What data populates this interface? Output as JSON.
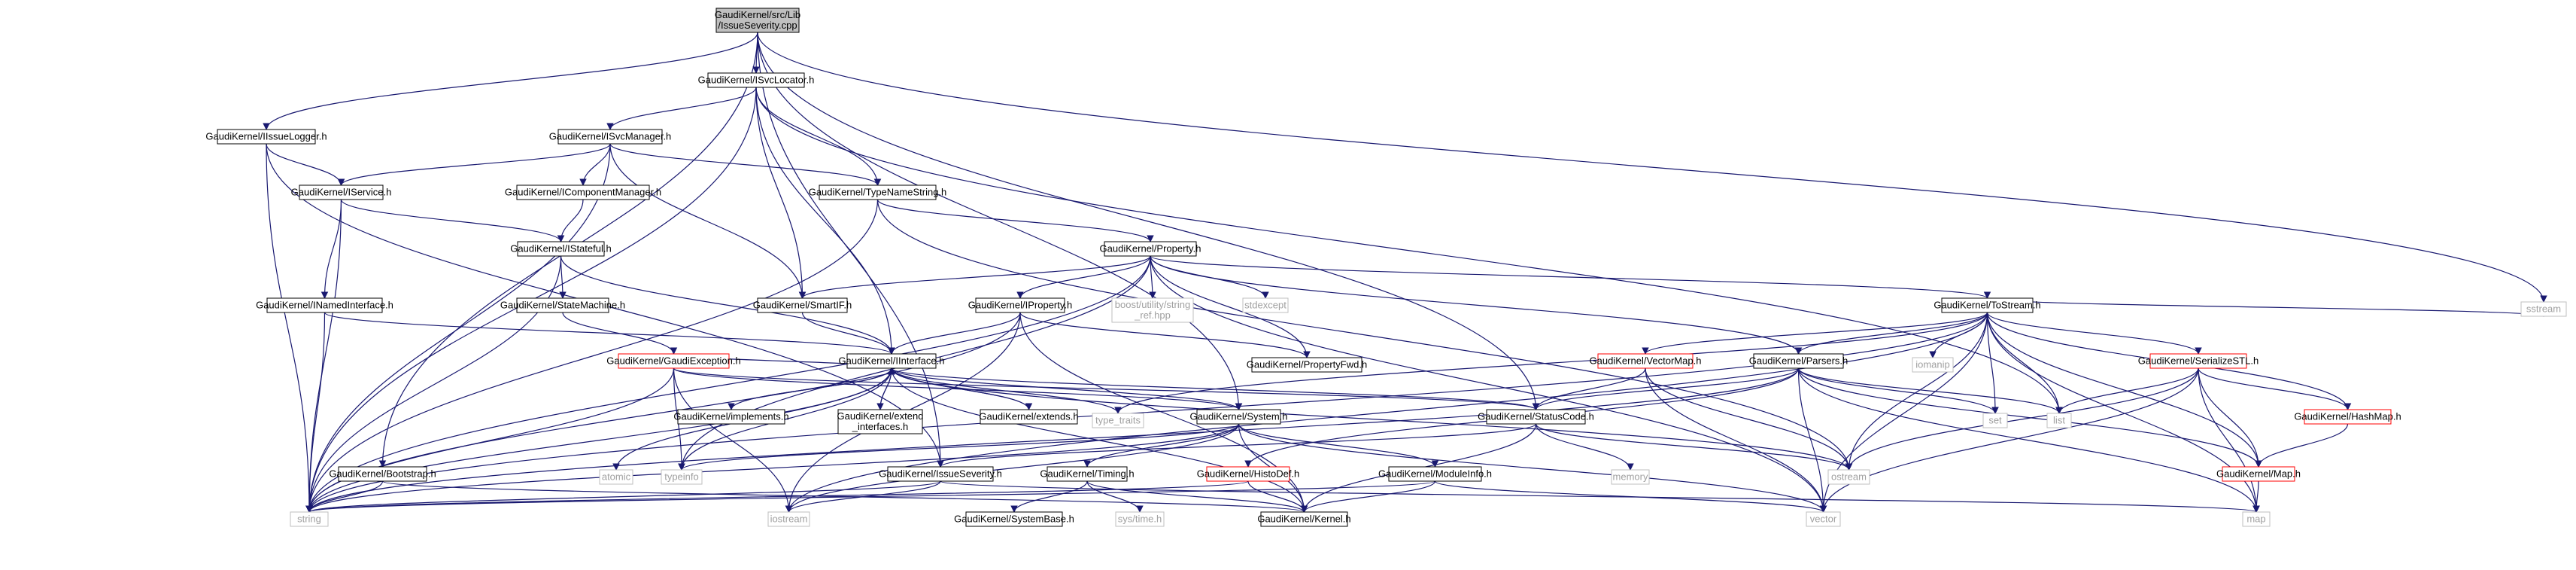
{
  "graph_title": "",
  "colors": {
    "edge": "#191970",
    "node_border": "#000000",
    "node_border_incomplete": "#ff0000",
    "root_fill": "#bfbfbf",
    "system_header_border": "#bfbfbf",
    "system_header_text": "#a0a0a0"
  },
  "nodes": [
    {
      "id": "root",
      "lines": [
        "GaudiKernel/src/Lib",
        "/IssueSeverity.cpp"
      ],
      "kind": "root"
    },
    {
      "id": "isvclocator",
      "lines": [
        "GaudiKernel/ISvcLocator.h"
      ],
      "kind": "normal"
    },
    {
      "id": "iissuelogger",
      "lines": [
        "GaudiKernel/IIssueLogger.h"
      ],
      "kind": "normal"
    },
    {
      "id": "isvcmanager",
      "lines": [
        "GaudiKernel/ISvcManager.h"
      ],
      "kind": "normal"
    },
    {
      "id": "iservice",
      "lines": [
        "GaudiKernel/IService.h"
      ],
      "kind": "normal"
    },
    {
      "id": "icomponentmanager",
      "lines": [
        "GaudiKernel/IComponentManager.h"
      ],
      "kind": "normal"
    },
    {
      "id": "typenamestring",
      "lines": [
        "GaudiKernel/TypeNameString.h"
      ],
      "kind": "normal"
    },
    {
      "id": "istateful",
      "lines": [
        "GaudiKernel/IStateful.h"
      ],
      "kind": "normal"
    },
    {
      "id": "property",
      "lines": [
        "GaudiKernel/Property.h"
      ],
      "kind": "normal"
    },
    {
      "id": "inamedinterface",
      "lines": [
        "GaudiKernel/INamedInterface.h"
      ],
      "kind": "normal"
    },
    {
      "id": "statemachine",
      "lines": [
        "GaudiKernel/StateMachine.h"
      ],
      "kind": "normal"
    },
    {
      "id": "smartif",
      "lines": [
        "GaudiKernel/SmartIF.h"
      ],
      "kind": "normal"
    },
    {
      "id": "iproperty",
      "lines": [
        "GaudiKernel/IProperty.h"
      ],
      "kind": "normal"
    },
    {
      "id": "boostutility",
      "lines": [
        "boost/utility/string",
        "_ref.hpp"
      ],
      "kind": "system"
    },
    {
      "id": "stdexcept",
      "lines": [
        "stdexcept"
      ],
      "kind": "system"
    },
    {
      "id": "tostream",
      "lines": [
        "GaudiKernel/ToStream.h"
      ],
      "kind": "normal"
    },
    {
      "id": "sstream",
      "lines": [
        "sstream"
      ],
      "kind": "system"
    },
    {
      "id": "gaudiexception",
      "lines": [
        "GaudiKernel/GaudiException.h"
      ],
      "kind": "incomplete"
    },
    {
      "id": "iinterface",
      "lines": [
        "GaudiKernel/IInterface.h"
      ],
      "kind": "normal"
    },
    {
      "id": "propertyfwd",
      "lines": [
        "GaudiKernel/PropertyFwd.h"
      ],
      "kind": "normal"
    },
    {
      "id": "vectormap",
      "lines": [
        "GaudiKernel/VectorMap.h"
      ],
      "kind": "incomplete"
    },
    {
      "id": "parsers",
      "lines": [
        "GaudiKernel/Parsers.h"
      ],
      "kind": "normal"
    },
    {
      "id": "iomanip",
      "lines": [
        "iomanip"
      ],
      "kind": "system"
    },
    {
      "id": "serializestl",
      "lines": [
        "GaudiKernel/SerializeSTL.h"
      ],
      "kind": "incomplete"
    },
    {
      "id": "implements",
      "lines": [
        "GaudiKernel/implements.h"
      ],
      "kind": "normal"
    },
    {
      "id": "extendinterfaces",
      "lines": [
        "GaudiKernel/extend",
        "_interfaces.h"
      ],
      "kind": "normal"
    },
    {
      "id": "extends",
      "lines": [
        "GaudiKernel/extends.h"
      ],
      "kind": "normal"
    },
    {
      "id": "typetraits",
      "lines": [
        "type_traits"
      ],
      "kind": "system"
    },
    {
      "id": "statuscode",
      "lines": [
        "GaudiKernel/StatusCode.h"
      ],
      "kind": "normal"
    },
    {
      "id": "system",
      "lines": [
        "GaudiKernel/System.h"
      ],
      "kind": "normal"
    },
    {
      "id": "set",
      "lines": [
        "set"
      ],
      "kind": "system"
    },
    {
      "id": "list",
      "lines": [
        "list"
      ],
      "kind": "system"
    },
    {
      "id": "hashmap",
      "lines": [
        "GaudiKernel/HashMap.h"
      ],
      "kind": "incomplete"
    },
    {
      "id": "bootstrap",
      "lines": [
        "GaudiKernel/Bootstrap.h"
      ],
      "kind": "normal"
    },
    {
      "id": "atomic",
      "lines": [
        "atomic"
      ],
      "kind": "system"
    },
    {
      "id": "typeinfo",
      "lines": [
        "typeinfo"
      ],
      "kind": "system"
    },
    {
      "id": "issueseverity",
      "lines": [
        "GaudiKernel/IssueSeverity.h"
      ],
      "kind": "normal"
    },
    {
      "id": "timing",
      "lines": [
        "GaudiKernel/Timing.h"
      ],
      "kind": "normal"
    },
    {
      "id": "histodef",
      "lines": [
        "GaudiKernel/HistoDef.h"
      ],
      "kind": "incomplete"
    },
    {
      "id": "moduleinfo",
      "lines": [
        "GaudiKernel/ModuleInfo.h"
      ],
      "kind": "normal"
    },
    {
      "id": "memory",
      "lines": [
        "memory"
      ],
      "kind": "system"
    },
    {
      "id": "ostream",
      "lines": [
        "ostream"
      ],
      "kind": "system"
    },
    {
      "id": "map_h",
      "lines": [
        "GaudiKernel/Map.h"
      ],
      "kind": "incomplete"
    },
    {
      "id": "string",
      "lines": [
        "string"
      ],
      "kind": "system"
    },
    {
      "id": "iostream",
      "lines": [
        "iostream"
      ],
      "kind": "system"
    },
    {
      "id": "systembase",
      "lines": [
        "GaudiKernel/SystemBase.h"
      ],
      "kind": "normal"
    },
    {
      "id": "systime",
      "lines": [
        "sys/time.h"
      ],
      "kind": "system"
    },
    {
      "id": "kernel",
      "lines": [
        "GaudiKernel/Kernel.h"
      ],
      "kind": "normal"
    },
    {
      "id": "vector",
      "lines": [
        "vector"
      ],
      "kind": "system"
    },
    {
      "id": "map",
      "lines": [
        "map"
      ],
      "kind": "system"
    }
  ],
  "edges": [
    [
      "root",
      "isvclocator"
    ],
    [
      "root",
      "iissuelogger"
    ],
    [
      "root",
      "bootstrap"
    ],
    [
      "root",
      "issueseverity"
    ],
    [
      "root",
      "system"
    ],
    [
      "root",
      "statuscode"
    ],
    [
      "root",
      "sstream"
    ],
    [
      "isvclocator",
      "isvcmanager"
    ],
    [
      "isvclocator",
      "typenamestring"
    ],
    [
      "isvclocator",
      "smartif"
    ],
    [
      "isvclocator",
      "iinterface"
    ],
    [
      "isvclocator",
      "list"
    ],
    [
      "isvclocator",
      "string"
    ],
    [
      "iissuelogger",
      "iservice"
    ],
    [
      "iissuelogger",
      "issueseverity"
    ],
    [
      "iissuelogger",
      "string"
    ],
    [
      "isvcmanager",
      "iservice"
    ],
    [
      "isvcmanager",
      "icomponentmanager"
    ],
    [
      "isvcmanager",
      "typenamestring"
    ],
    [
      "isvcmanager",
      "smartif"
    ],
    [
      "isvcmanager",
      "string"
    ],
    [
      "iservice",
      "istateful"
    ],
    [
      "iservice",
      "inamedinterface"
    ],
    [
      "iservice",
      "string"
    ],
    [
      "icomponentmanager",
      "istateful"
    ],
    [
      "typenamestring",
      "property"
    ],
    [
      "typenamestring",
      "string"
    ],
    [
      "typenamestring",
      "ostream"
    ],
    [
      "istateful",
      "statemachine"
    ],
    [
      "istateful",
      "iinterface"
    ],
    [
      "istateful",
      "string"
    ],
    [
      "property",
      "smartif"
    ],
    [
      "property",
      "iproperty"
    ],
    [
      "property",
      "boostutility"
    ],
    [
      "property",
      "stdexcept"
    ],
    [
      "property",
      "propertyfwd"
    ],
    [
      "property",
      "tostream"
    ],
    [
      "property",
      "parsers"
    ],
    [
      "property",
      "typeinfo"
    ],
    [
      "property",
      "string"
    ],
    [
      "property",
      "vector"
    ],
    [
      "inamedinterface",
      "iinterface"
    ],
    [
      "inamedinterface",
      "string"
    ],
    [
      "statemachine",
      "gaudiexception"
    ],
    [
      "smartif",
      "iinterface"
    ],
    [
      "iproperty",
      "iinterface"
    ],
    [
      "iproperty",
      "propertyfwd"
    ],
    [
      "iproperty",
      "string"
    ],
    [
      "iproperty",
      "iostream"
    ],
    [
      "iproperty",
      "kernel"
    ],
    [
      "tostream",
      "string"
    ],
    [
      "tostream",
      "vectormap"
    ],
    [
      "tostream",
      "parsers"
    ],
    [
      "tostream",
      "iomanip"
    ],
    [
      "tostream",
      "serializestl"
    ],
    [
      "tostream",
      "hashmap"
    ],
    [
      "tostream",
      "map_h"
    ],
    [
      "tostream",
      "set"
    ],
    [
      "tostream",
      "list"
    ],
    [
      "tostream",
      "map"
    ],
    [
      "tostream",
      "vector"
    ],
    [
      "tostream",
      "typetraits"
    ],
    [
      "tostream",
      "sstream"
    ],
    [
      "tostream",
      "ostream"
    ],
    [
      "tostream",
      "iostream"
    ],
    [
      "gaudiexception",
      "iinterface"
    ],
    [
      "gaudiexception",
      "statuscode"
    ],
    [
      "gaudiexception",
      "system"
    ],
    [
      "gaudiexception",
      "string"
    ],
    [
      "gaudiexception",
      "iostream"
    ],
    [
      "gaudiexception",
      "typeinfo"
    ],
    [
      "iinterface",
      "implements"
    ],
    [
      "iinterface",
      "extendinterfaces"
    ],
    [
      "iinterface",
      "extends"
    ],
    [
      "iinterface",
      "statuscode"
    ],
    [
      "iinterface",
      "system"
    ],
    [
      "iinterface",
      "typetraits"
    ],
    [
      "iinterface",
      "atomic"
    ],
    [
      "iinterface",
      "typeinfo"
    ],
    [
      "iinterface",
      "ostream"
    ],
    [
      "iinterface",
      "string"
    ],
    [
      "iinterface",
      "kernel"
    ],
    [
      "implements",
      "iinterface"
    ],
    [
      "extendinterfaces",
      "iinterface"
    ],
    [
      "extends",
      "iinterface"
    ],
    [
      "vectormap",
      "statuscode"
    ],
    [
      "vectormap",
      "vector"
    ],
    [
      "vectormap",
      "ostream"
    ],
    [
      "parsers",
      "statuscode"
    ],
    [
      "parsers",
      "histodef"
    ],
    [
      "parsers",
      "map_h"
    ],
    [
      "parsers",
      "list"
    ],
    [
      "parsers",
      "set"
    ],
    [
      "parsers",
      "vector"
    ],
    [
      "parsers",
      "map"
    ],
    [
      "parsers",
      "string"
    ],
    [
      "serializestl",
      "hashmap"
    ],
    [
      "serializestl",
      "map_h"
    ],
    [
      "serializestl",
      "list"
    ],
    [
      "serializestl",
      "vector"
    ],
    [
      "serializestl",
      "map"
    ],
    [
      "serializestl",
      "ostream"
    ],
    [
      "statuscode",
      "issueseverity"
    ],
    [
      "statuscode",
      "ostream"
    ],
    [
      "statuscode",
      "memory"
    ],
    [
      "statuscode",
      "kernel"
    ],
    [
      "system",
      "typeinfo"
    ],
    [
      "system",
      "timing"
    ],
    [
      "system",
      "moduleinfo"
    ],
    [
      "system",
      "string"
    ],
    [
      "system",
      "kernel"
    ],
    [
      "system",
      "vector"
    ],
    [
      "system",
      "iostream"
    ],
    [
      "hashmap",
      "map_h"
    ],
    [
      "map_h",
      "map"
    ],
    [
      "bootstrap",
      "string"
    ],
    [
      "bootstrap",
      "kernel"
    ],
    [
      "issueseverity",
      "string"
    ],
    [
      "issueseverity",
      "iostream"
    ],
    [
      "issueseverity",
      "map"
    ],
    [
      "timing",
      "systembase"
    ],
    [
      "timing",
      "systime"
    ],
    [
      "timing",
      "kernel"
    ],
    [
      "histodef",
      "string"
    ],
    [
      "histodef",
      "kernel"
    ],
    [
      "moduleinfo",
      "string"
    ],
    [
      "moduleinfo",
      "kernel"
    ],
    [
      "moduleinfo",
      "vector"
    ]
  ]
}
